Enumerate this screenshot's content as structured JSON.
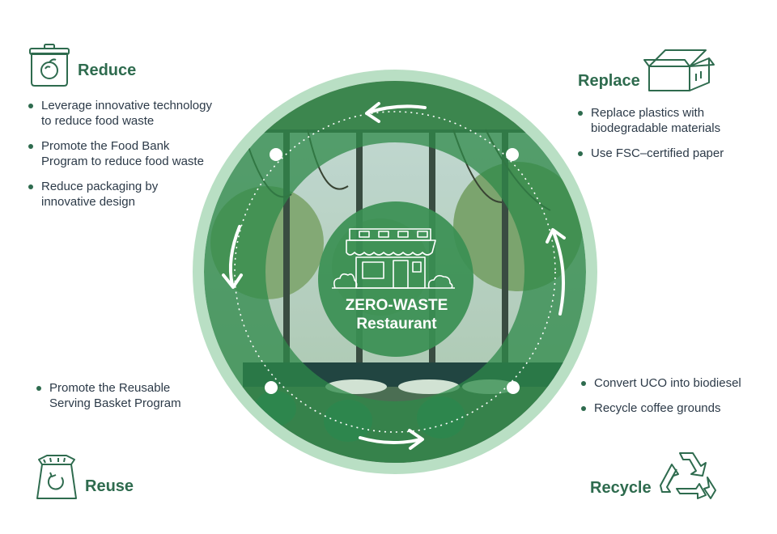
{
  "colors": {
    "brand_green": "#2e6b4e",
    "ring_light": "#b9dfc4",
    "overlay_green": "#2f8a4a",
    "center_green": "#3a8f52",
    "bullet_text": "#2c3a48"
  },
  "center": {
    "title_line1": "ZERO-WASTE",
    "title_line2": "Restaurant",
    "icon": "storefront-icon"
  },
  "reduce": {
    "title": "Reduce",
    "icon": "food-container-icon",
    "items": [
      "Leverage innovative technology\nto reduce food waste",
      "Promote the Food Bank\nProgram to reduce food waste",
      "Reduce packaging by\ninnovative design"
    ]
  },
  "replace": {
    "title": "Replace",
    "icon": "open-box-icon",
    "items": [
      "Replace plastics with\nbiodegradable materials",
      "Use FSC–certified paper"
    ]
  },
  "reuse": {
    "title": "Reuse",
    "icon": "reusable-bag-icon",
    "items": [
      "Promote the Reusable\nServing Basket Program"
    ]
  },
  "recycle": {
    "title": "Recycle",
    "icon": "recycle-icon",
    "items": [
      "Convert UCO into biodiesel",
      "Recycle coffee grounds"
    ]
  }
}
